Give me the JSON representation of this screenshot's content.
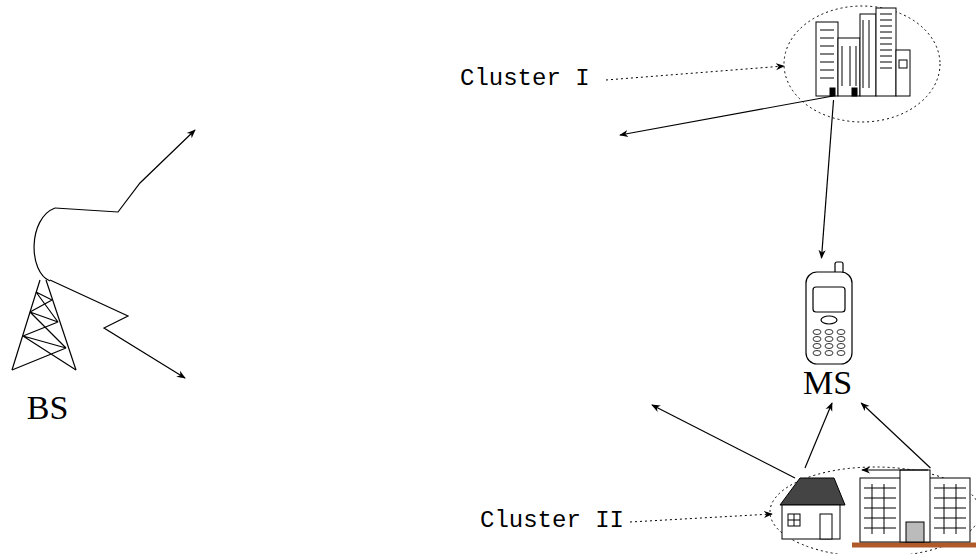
{
  "diagram": {
    "nodes": [
      {
        "text": [
          "Cluster I"
        ]
      },
      {
        "text": [
          "BS"
        ]
      },
      {
        "text": [
          "MS"
        ]
      },
      {
        "text": [
          "Cluster II"
        ]
      }
    ],
    "edges": [
      {
        "from": 0,
        "to": 2,
        "arrow": "to"
      },
      {
        "from": 3,
        "to": 2,
        "arrow": "to"
      },
      {
        "from": 3,
        "to": 2,
        "arrow": "to"
      }
    ]
  }
}
